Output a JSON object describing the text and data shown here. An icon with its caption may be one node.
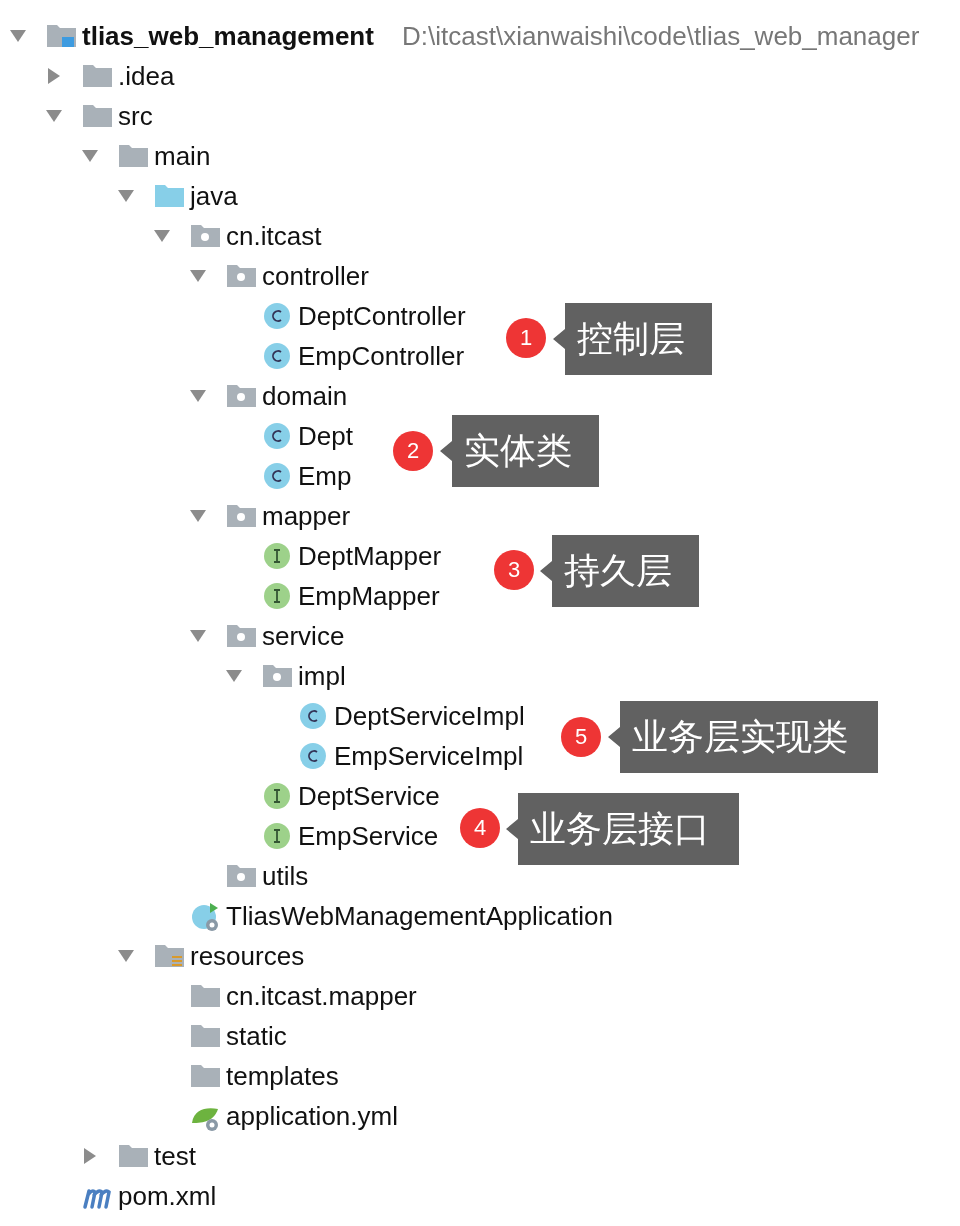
{
  "diagram": {
    "nodes": [
      {
        "text": [
          "1"
        ]
      },
      {
        "text": [
          "控制层"
        ]
      },
      {
        "text": [
          "2"
        ]
      },
      {
        "text": [
          "实体类"
        ]
      },
      {
        "text": [
          "3"
        ]
      },
      {
        "text": [
          "持久层"
        ]
      },
      {
        "text": [
          "5"
        ]
      },
      {
        "text": [
          "业务层实现类"
        ]
      },
      {
        "text": [
          "4"
        ]
      },
      {
        "text": [
          "业务层接口"
        ]
      }
    ],
    "edges": [],
    "labels": [
      "tlias_web_management",
      "D:\\itcast\\xianwaishi\\code\\tlias_web_manager",
      ".idea",
      "src",
      "main",
      "java",
      "cn.itcast",
      "controller",
      "DeptController",
      "EmpController",
      "domain",
      "Dept",
      "Emp",
      "mapper",
      "DeptMapper",
      "EmpMapper",
      "service",
      "impl",
      "DeptServiceImpl",
      "EmpServiceImpl",
      "DeptService",
      "EmpService",
      "utils",
      "TliasWebManagementApplication",
      "resources",
      "cn.itcast.mapper",
      "static",
      "templates",
      "application.yml",
      "test",
      "pom.xml"
    ]
  }
}
